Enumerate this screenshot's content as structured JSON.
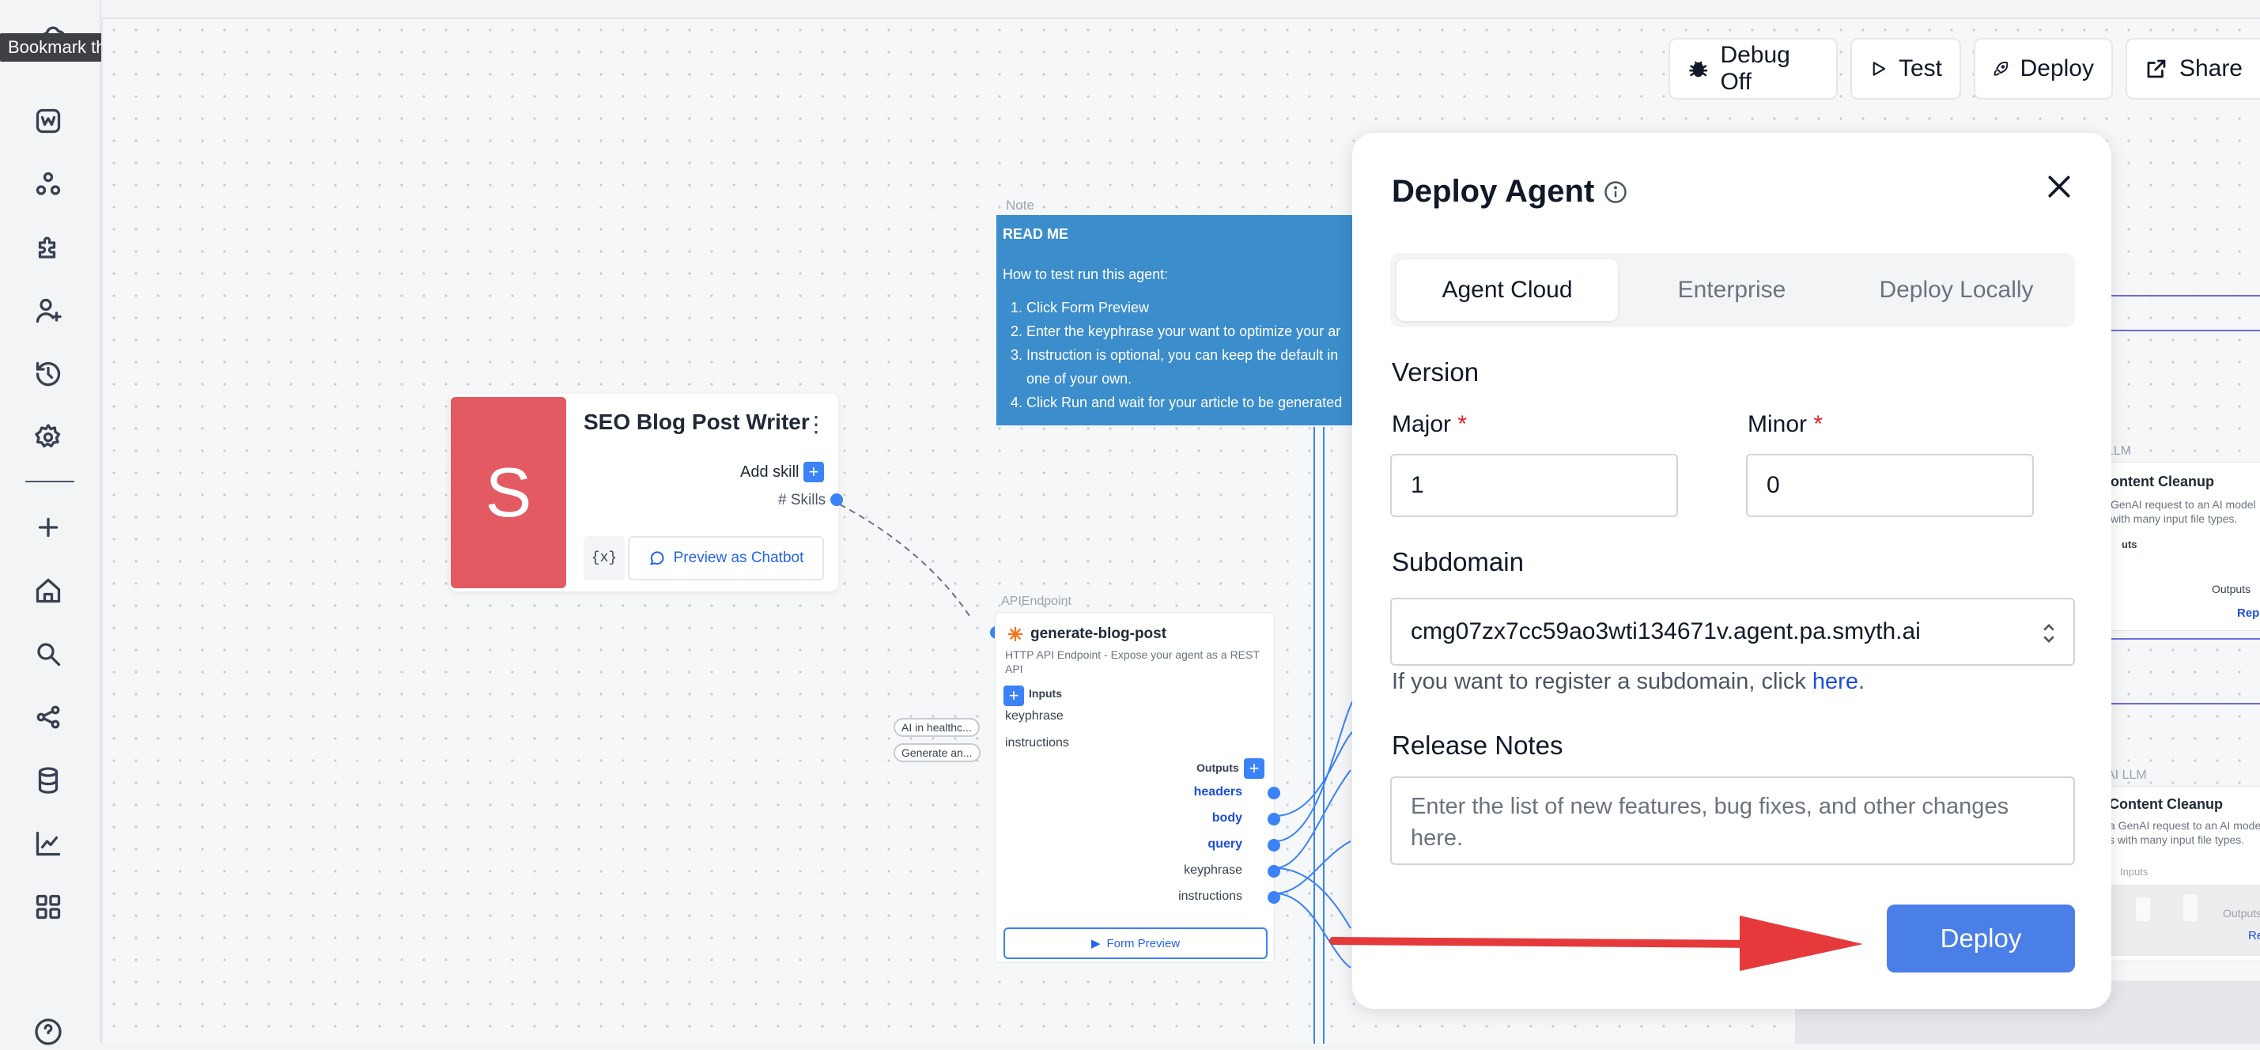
{
  "tooltip": "Bookmark this tab",
  "sidebar": {
    "items": [
      {
        "icon": "w-logo-icon"
      },
      {
        "icon": "agents-icon"
      },
      {
        "icon": "puzzle-icon"
      },
      {
        "icon": "user-add-icon"
      },
      {
        "icon": "history-icon"
      },
      {
        "icon": "settings-icon"
      },
      {
        "icon": "plus-icon"
      },
      {
        "icon": "home-icon"
      },
      {
        "icon": "search-icon"
      },
      {
        "icon": "share-graph-icon"
      },
      {
        "icon": "database-icon"
      },
      {
        "icon": "chart-icon"
      },
      {
        "icon": "apps-grid-icon"
      },
      {
        "icon": "help-icon"
      }
    ]
  },
  "toolbar": {
    "debug_label": "Debug Off",
    "test_label": "Test",
    "deploy_label": "Deploy",
    "share_label": "Share"
  },
  "agent_card": {
    "avatar_letter": "S",
    "title": "SEO Blog Post Writer",
    "add_skill": "Add skill",
    "skills": "# Skills",
    "vars": "{x}",
    "preview": "Preview as Chatbot"
  },
  "note": {
    "caption": "Note",
    "heading": "READ ME",
    "intro": "How to test run this agent:",
    "steps": [
      "Click Form Preview",
      "Enter the keyphrase your want to optimize your ar",
      "Instruction is optional, you can keep the default in one of your own.",
      "Click Run and wait for your article to be generated"
    ]
  },
  "api_endpoint": {
    "caption": "APIEndpoint",
    "title": "generate-blog-post",
    "subtitle": "HTTP API Endpoint - Expose your agent as a REST API",
    "inputs_label": "Inputs",
    "inputs": [
      "keyphrase",
      "instructions"
    ],
    "outputs_label": "Outputs",
    "outputs": [
      "headers",
      "body",
      "query",
      "keyphrase",
      "instructions"
    ],
    "form_preview": "Form Preview",
    "pills": [
      "AI in healthc...",
      "Generate an..."
    ]
  },
  "side_cards": [
    {
      "caption": "LLM",
      "title": "ontent Cleanup",
      "desc": "GenAI request to an AI model with many input file types.",
      "outputs": "Outputs",
      "link": "Rep"
    },
    {
      "caption": "AI LLM",
      "title": "Content Cleanup",
      "desc": "a GenAI request to an AI mode s with many input file types.",
      "inputs": "Inputs",
      "outputs": "Outputs",
      "link": "Re"
    }
  ],
  "modal": {
    "title": "Deploy Agent",
    "tabs": [
      "Agent Cloud",
      "Enterprise",
      "Deploy Locally"
    ],
    "active_tab": "Agent Cloud",
    "version_label": "Version",
    "major_label": "Major",
    "minor_label": "Minor",
    "required_mark": "*",
    "major_value": "1",
    "minor_value": "0",
    "subdomain_label": "Subdomain",
    "subdomain_value": "cmg07zx7cc59ao3wti134671v.agent.pa.smyth.ai",
    "help_text": "If you want to register a subdomain, click",
    "help_link": "here",
    "help_end": ".",
    "release_notes_label": "Release Notes",
    "release_notes_placeholder": "Enter the list of new features, bug fixes, and other changes here.",
    "deploy_button": "Deploy"
  },
  "colors": {
    "accent": "#4a7fe8",
    "avatar": "#e35a63",
    "note": "#3b8dcc",
    "required": "#dc2626",
    "arrow": "#e5393b"
  }
}
